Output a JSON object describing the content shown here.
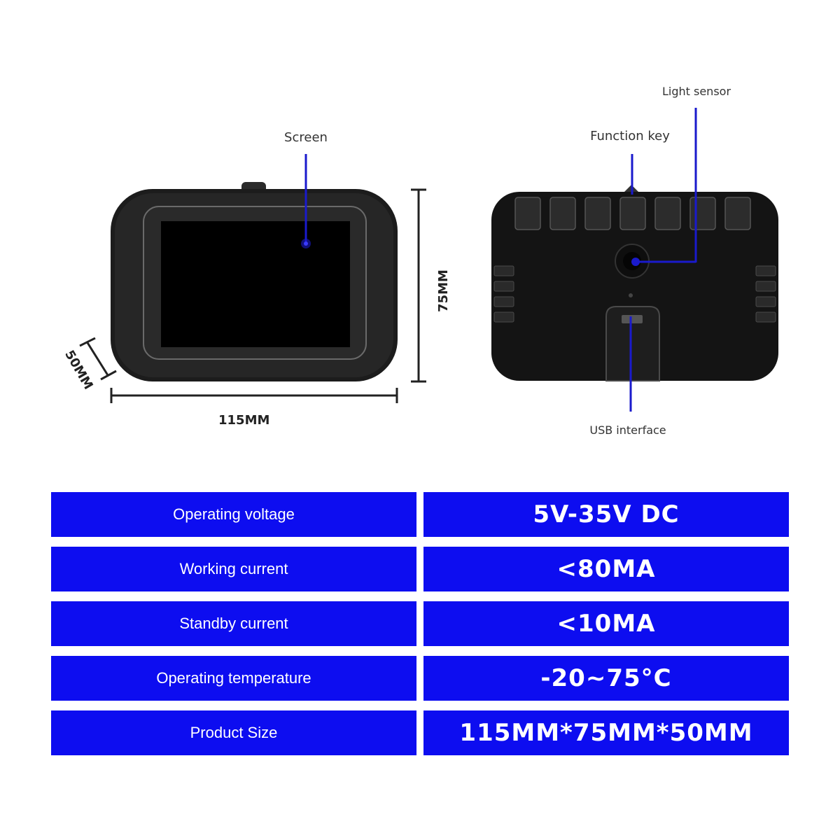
{
  "callouts": {
    "screen": "Screen",
    "light_sensor": "Light sensor",
    "function_key": "Function key",
    "usb_interface": "USB interface"
  },
  "dimensions": {
    "width": "115MM",
    "height": "75MM",
    "depth": "50MM"
  },
  "specs": [
    {
      "label": "Operating voltage",
      "value": "5V-35V DC"
    },
    {
      "label": "Working current",
      "value": "<80MA"
    },
    {
      "label": "Standby current",
      "value": "<10MA"
    },
    {
      "label": "Operating temperature",
      "value": "-20~75°C"
    },
    {
      "label": "Product Size",
      "value": "115MM*75MM*50MM"
    }
  ],
  "colors": {
    "accent": "#0d0df0",
    "device": "#1a1a1a"
  }
}
